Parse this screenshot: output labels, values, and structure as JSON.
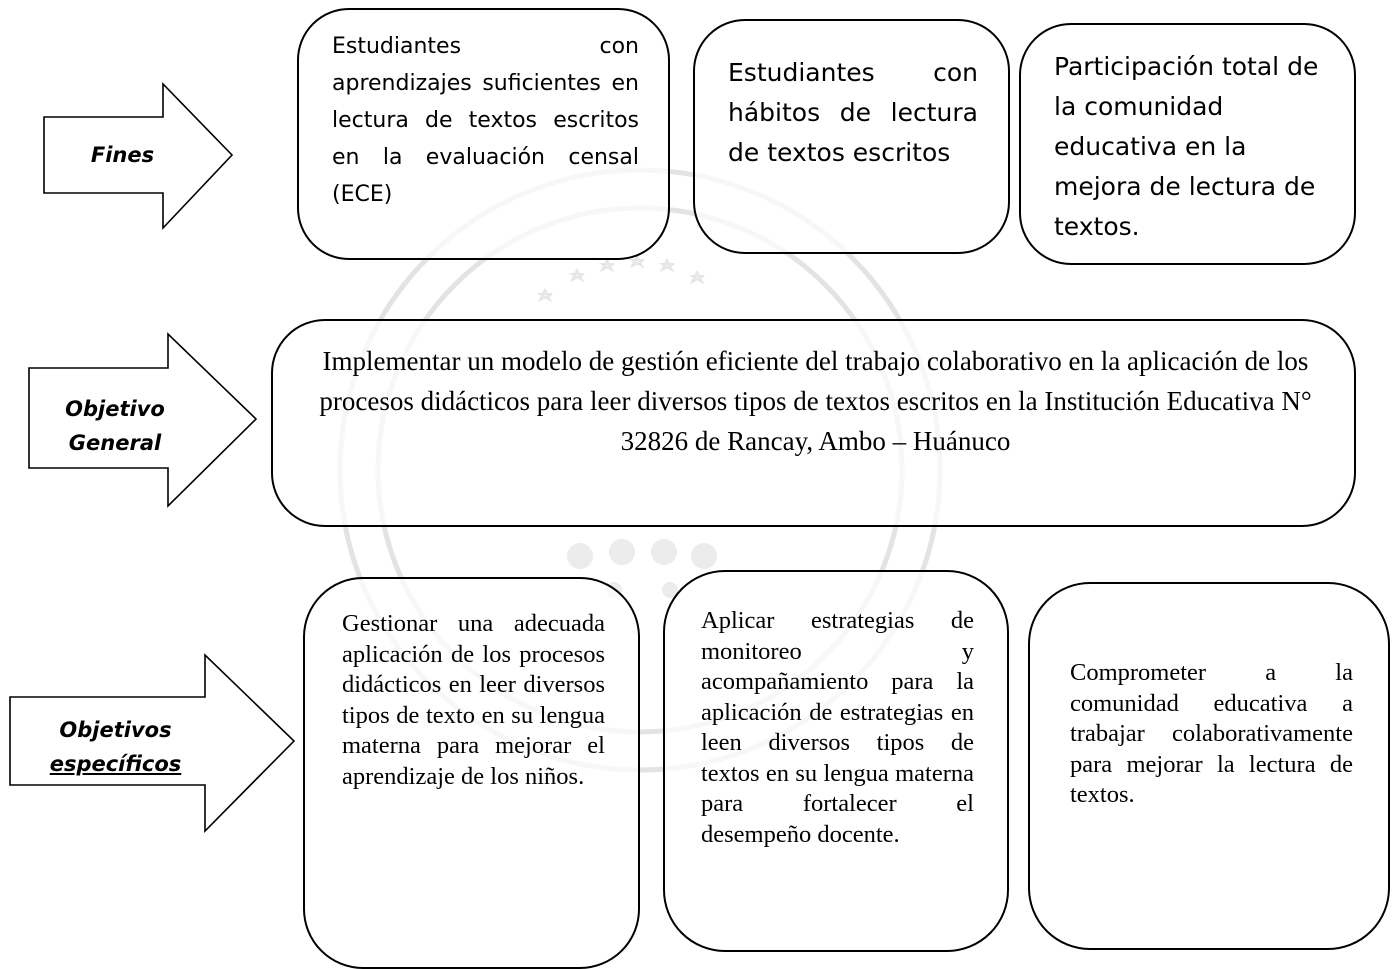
{
  "fines": {
    "label": "Fines",
    "items": [
      "Estudiantes con aprendizajes suficientes en lectura de textos escritos en la evaluación censal (ECE)",
      "Estudiantes con hábitos de lectura de textos escritos",
      "Participación total de la comunidad educativa en la mejora de lectura de textos."
    ]
  },
  "objetivo_general": {
    "label_line1": "Objetivo",
    "label_line2": "General",
    "text": "Implementar un modelo de gestión eficiente del trabajo colaborativo en la aplicación de los procesos didácticos para leer diversos tipos de textos escritos en la Institución Educativa N° 32826 de Rancay, Ambo – Huánuco"
  },
  "objetivos_especificos": {
    "label_line1": "Objetivos",
    "label_line2": "específicos",
    "items": [
      "Gestionar una adecuada aplicación de los procesos didácticos en leer diversos tipos de texto en su lengua materna para mejorar el aprendizaje de los niños.",
      "Aplicar estrategias de monitoreo y acompañamiento para la aplicación de estrategias en leen diversos tipos de textos en su lengua materna para fortalecer el desempeño docente.",
      "Comprometer a la comunidad educativa a trabajar colaborativamente para mejorar la lectura de textos."
    ]
  },
  "colors": {
    "stroke": "#000000",
    "fill": "#ffffff",
    "watermark": "#d0d0d0"
  }
}
